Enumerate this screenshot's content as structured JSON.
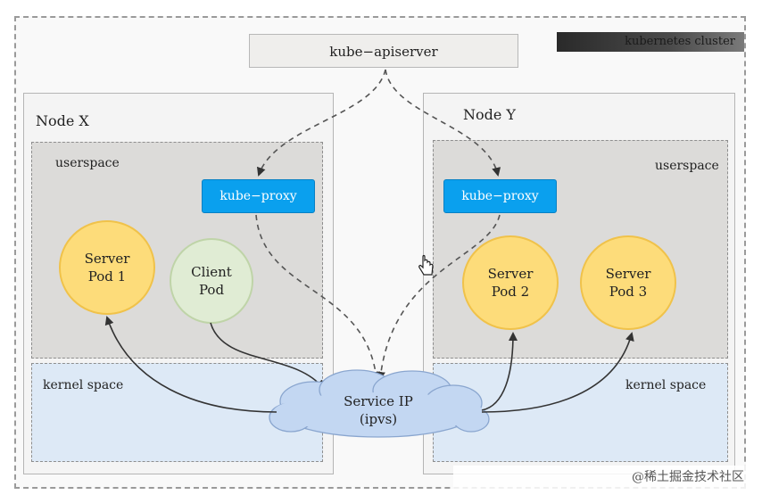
{
  "cluster": {
    "label": "kubernetes cluster"
  },
  "apiserver": {
    "label": "kube−apiserver"
  },
  "nodes": [
    {
      "title": "Node X",
      "userspace_label": "userspace",
      "kernel_label": "kernel space",
      "proxy_label": "kube−proxy",
      "pods": [
        {
          "line1": "Server",
          "line2": "Pod 1",
          "kind": "server"
        },
        {
          "line1": "Client",
          "line2": "Pod",
          "kind": "client"
        }
      ]
    },
    {
      "title": "Node Y",
      "userspace_label": "userspace",
      "kernel_label": "kernel space",
      "proxy_label": "kube−proxy",
      "pods": [
        {
          "line1": "Server",
          "line2": "Pod 2",
          "kind": "server"
        },
        {
          "line1": "Server",
          "line2": "Pod 3",
          "kind": "server"
        }
      ]
    }
  ],
  "service": {
    "line1": "Service IP",
    "line2": "(ipvs)"
  },
  "watermark": "@稀土掘金技术社区",
  "colors": {
    "proxy": "#0aa0ee",
    "server_pod": "#fddc7a",
    "client_pod": "#e0ecd4",
    "userspace": "#dcdbd9",
    "kernel_space": "#dde9f6",
    "cloud": "#c3d7f2"
  }
}
